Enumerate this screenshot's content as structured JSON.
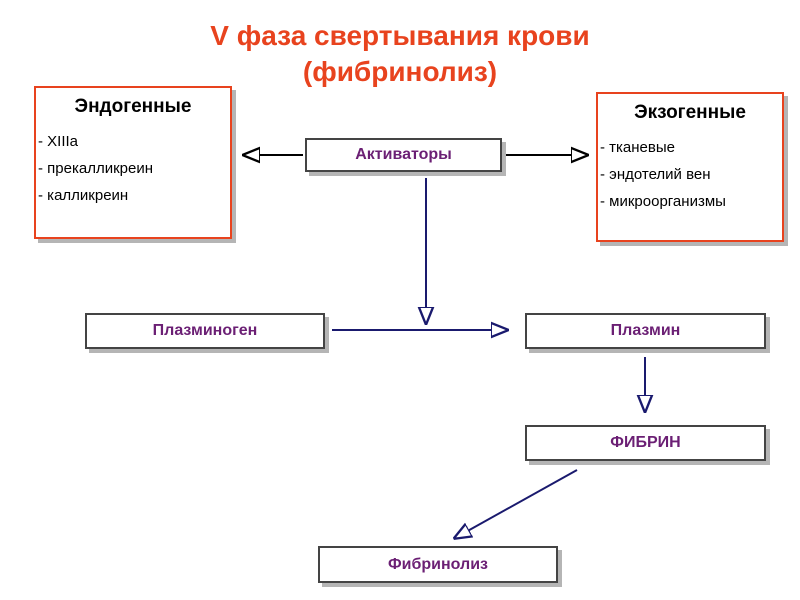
{
  "title": {
    "line1": "V фаза свертывания крови",
    "line2": "(фибринолиз)"
  },
  "endogenous": {
    "heading": "Эндогенные",
    "items": [
      "XIIIa",
      "прекалликреин",
      "калликреин"
    ]
  },
  "exogenous": {
    "heading": "Экзогенные",
    "items": [
      "тканевые",
      "эндотелий вен",
      "микроорганизмы"
    ]
  },
  "nodes": {
    "activators": "Активаторы",
    "plasminogen": "Плазминоген",
    "plasmin": "Плазмин",
    "fibrin": "ФИБРИН",
    "fibrinolysis": "Фибринолиз"
  },
  "colors": {
    "title": "#e8431e",
    "node_text": "#6b1f74",
    "arrow": "#1a1a6e"
  }
}
